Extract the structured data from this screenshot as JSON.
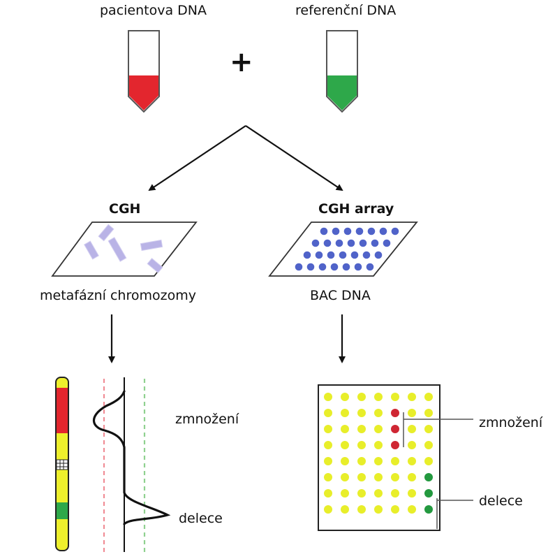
{
  "top": {
    "patient_label": "pacientova DNA",
    "reference_label": "referenční DNA",
    "plus_sign": "+"
  },
  "left_branch": {
    "title": "CGH",
    "caption": "metafázní chromozomy",
    "gain_label": "zmnožení",
    "deletion_label": "delece"
  },
  "right_branch": {
    "title": "CGH array",
    "caption": "BAC DNA",
    "gain_label": "zmnožení",
    "deletion_label": "delece"
  },
  "colors": {
    "patient_dna": "#e3262e",
    "reference_dna": "#2ea84a",
    "probe": "#5063c9",
    "chromosome_probe": "#b9b3e6",
    "neutral_spot": "#e8ee2a",
    "gain_spot": "#cf2633",
    "loss_spot": "#23993f"
  },
  "icons": {
    "tube_patient": "test-tube-icon",
    "tube_reference": "test-tube-icon"
  }
}
